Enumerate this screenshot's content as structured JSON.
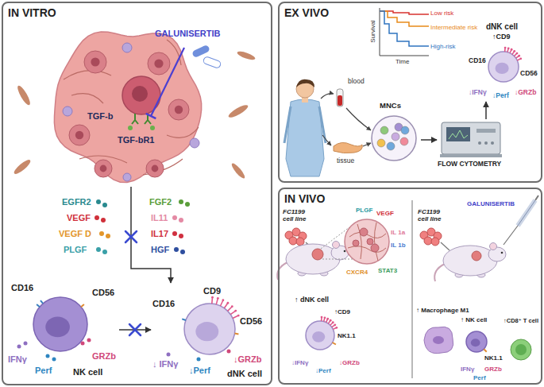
{
  "diagram": {
    "nodes": [
      {
        "text": [
          "IN VITRO"
        ]
      },
      {
        "text": [
          "TGF-b",
          "TGF-bR1"
        ],
        "in": 0
      },
      {
        "text": [
          "CD16",
          "CD56",
          "IFNγ",
          "Perf",
          "GRZb",
          "NK cell"
        ],
        "in": 0
      },
      {
        "text": [
          "CD9",
          "CD16",
          "CD56",
          "↓ IFNγ",
          "↓Perf",
          "↓GRZb",
          "dNK cell"
        ],
        "in": 0
      },
      {
        "text": [
          "EX VIVO"
        ]
      },
      {
        "text": [
          "MNCs"
        ],
        "in": 4
      },
      {
        "text": [
          "FLOW CYTOMETRY"
        ],
        "in": 4
      },
      {
        "text": [
          "dNK cell",
          "↑CD9",
          "CD16",
          "CD56",
          "↓IFNγ",
          "↓Perf",
          "↓GRZb"
        ],
        "in": 4
      },
      {
        "text": [
          "IN VIVO"
        ]
      },
      {
        "text": [
          "PLGF",
          "VEGF",
          "IL 1a",
          "IL 1b",
          "CXCR4",
          "STAT3"
        ],
        "in": 8
      },
      {
        "text": [
          "↑ dNK cell",
          "↑CD9",
          "NK1.1",
          "↓IFNγ",
          "↓Perf",
          "↓GRZb"
        ],
        "in": 8
      },
      {
        "text": [
          "↑ NK cell",
          "NK1.1",
          "IFNγ",
          "Perf",
          "GRZb"
        ],
        "in": 8
      }
    ],
    "edges": [
      {
        "from": 1,
        "to": 3,
        "arrow": "to"
      },
      {
        "from": 2,
        "to": 3,
        "arrow": "to"
      },
      {
        "from": 5,
        "to": 6,
        "arrow": "to"
      },
      {
        "from": 6,
        "to": 7,
        "arrow": "to"
      }
    ],
    "labels": [
      "GALUNISERTIB",
      "EGFR2",
      "VEGF",
      "VEGF D",
      "PLGF",
      "FGF2",
      "IL11",
      "IL17",
      "HGF",
      "Low risk",
      "Intermediate risk",
      "High-risk",
      "Survival",
      "Time",
      "blood",
      "tissue",
      "FC1199 cell line",
      "FC1199 cell line",
      "GALUNISERTIB",
      "↑ Macrophage M1",
      "↑CD8⁺ T cell"
    ]
  }
}
